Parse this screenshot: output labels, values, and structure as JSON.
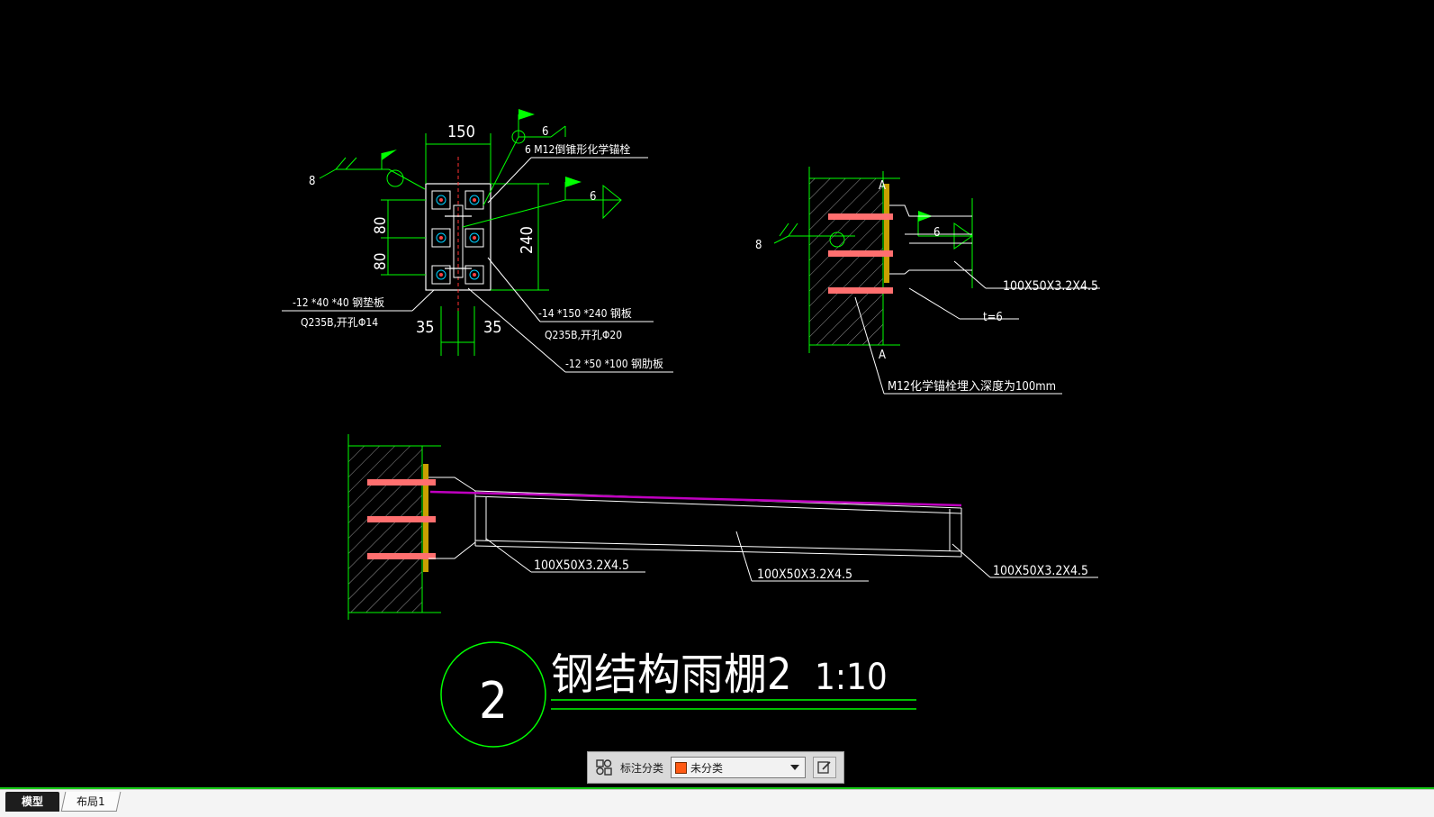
{
  "drawing": {
    "title": "钢结构雨棚2",
    "scale": "1:10",
    "index_number": "2",
    "plate_view": {
      "dim_width": "150",
      "dim_height": "240",
      "dim_80_a": "80",
      "dim_80_b": "80",
      "dim_35_a": "35",
      "dim_35_b": "35",
      "weld_left_size": "8",
      "weld_top_size": "6",
      "weld_right_size": "6",
      "label_anchor": "6 M12倒锥形化学锚栓",
      "label_pad_line1": "-12 *40 *40 钢垫板",
      "label_pad_line2": "Q235B,开孔Φ14",
      "label_plate_line1": "-14 *150 *240 钢板",
      "label_plate_line2": "Q235B,开孔Φ20",
      "label_stiffener": "-12 *50 *100 钢肋板"
    },
    "side_view": {
      "weld_left_size": "8",
      "weld_right_size": "6",
      "section_mark_top": "A",
      "section_mark_bottom": "A",
      "label_section": "100X50X3.2X4.5",
      "label_thickness": "t=6",
      "label_anchor_depth": "M12化学锚栓埋入深度为100mm"
    },
    "elevation": {
      "label_left": "100X50X3.2X4.5",
      "label_mid": "100X50X3.2X4.5",
      "label_right": "100X50X3.2X4.5"
    },
    "colors": {
      "background": "#000000",
      "dimension": "#00ff00",
      "text": "#ffffff",
      "anchor": "#ff6f6f",
      "canopy_top": "#c000c0",
      "plate_fill": "#c8a000",
      "bolt": "#00d0ff"
    }
  },
  "annotation_toolbar": {
    "icon": "annotation-classify-icon",
    "label": "标注分类",
    "selected_value": "未分类",
    "swatch_color": "#ff5a14",
    "edit_icon": "edit-icon"
  },
  "tabs": [
    {
      "label": "模型",
      "active": true
    },
    {
      "label": "布局1",
      "active": false
    }
  ]
}
